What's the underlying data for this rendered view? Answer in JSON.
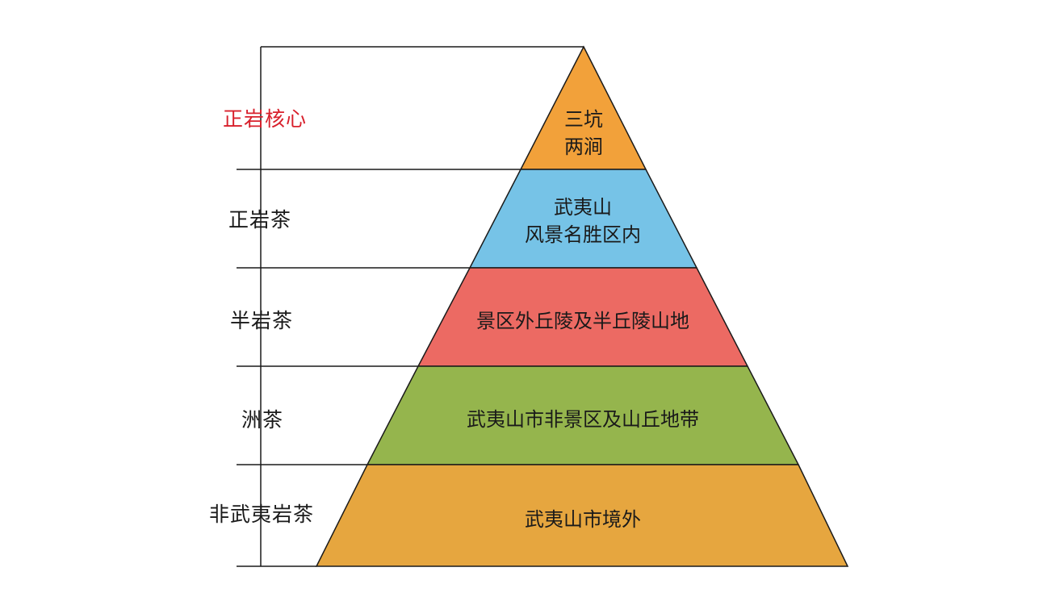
{
  "tiers": [
    {
      "id": "core",
      "lines": [
        "三坑",
        "两涧"
      ],
      "color": "#f2a13a"
    },
    {
      "id": "zhengyan",
      "lines": [
        "武夷山",
        "风景名胜区内"
      ],
      "color": "#76c3e7"
    },
    {
      "id": "banyan",
      "lines": [
        "景区外丘陵及半丘陵山地"
      ],
      "color": "#ec6a63"
    },
    {
      "id": "zhou",
      "lines": [
        "武夷山市非景区及山丘地带"
      ],
      "color": "#95b54d"
    },
    {
      "id": "non",
      "lines": [
        "武夷山市境外"
      ],
      "color": "#e6a63f"
    }
  ],
  "side_labels": [
    {
      "id": "core",
      "text": "正岩核心",
      "color": "#d8202c"
    },
    {
      "id": "zhengyan",
      "text": "正岩茶",
      "color": "#1a1a1a"
    },
    {
      "id": "banyan",
      "text": "半岩茶",
      "color": "#1a1a1a"
    },
    {
      "id": "zhou",
      "text": "洲茶",
      "color": "#1a1a1a"
    },
    {
      "id": "non",
      "text": "非武夷岩茶",
      "color": "#1a1a1a"
    }
  ]
}
